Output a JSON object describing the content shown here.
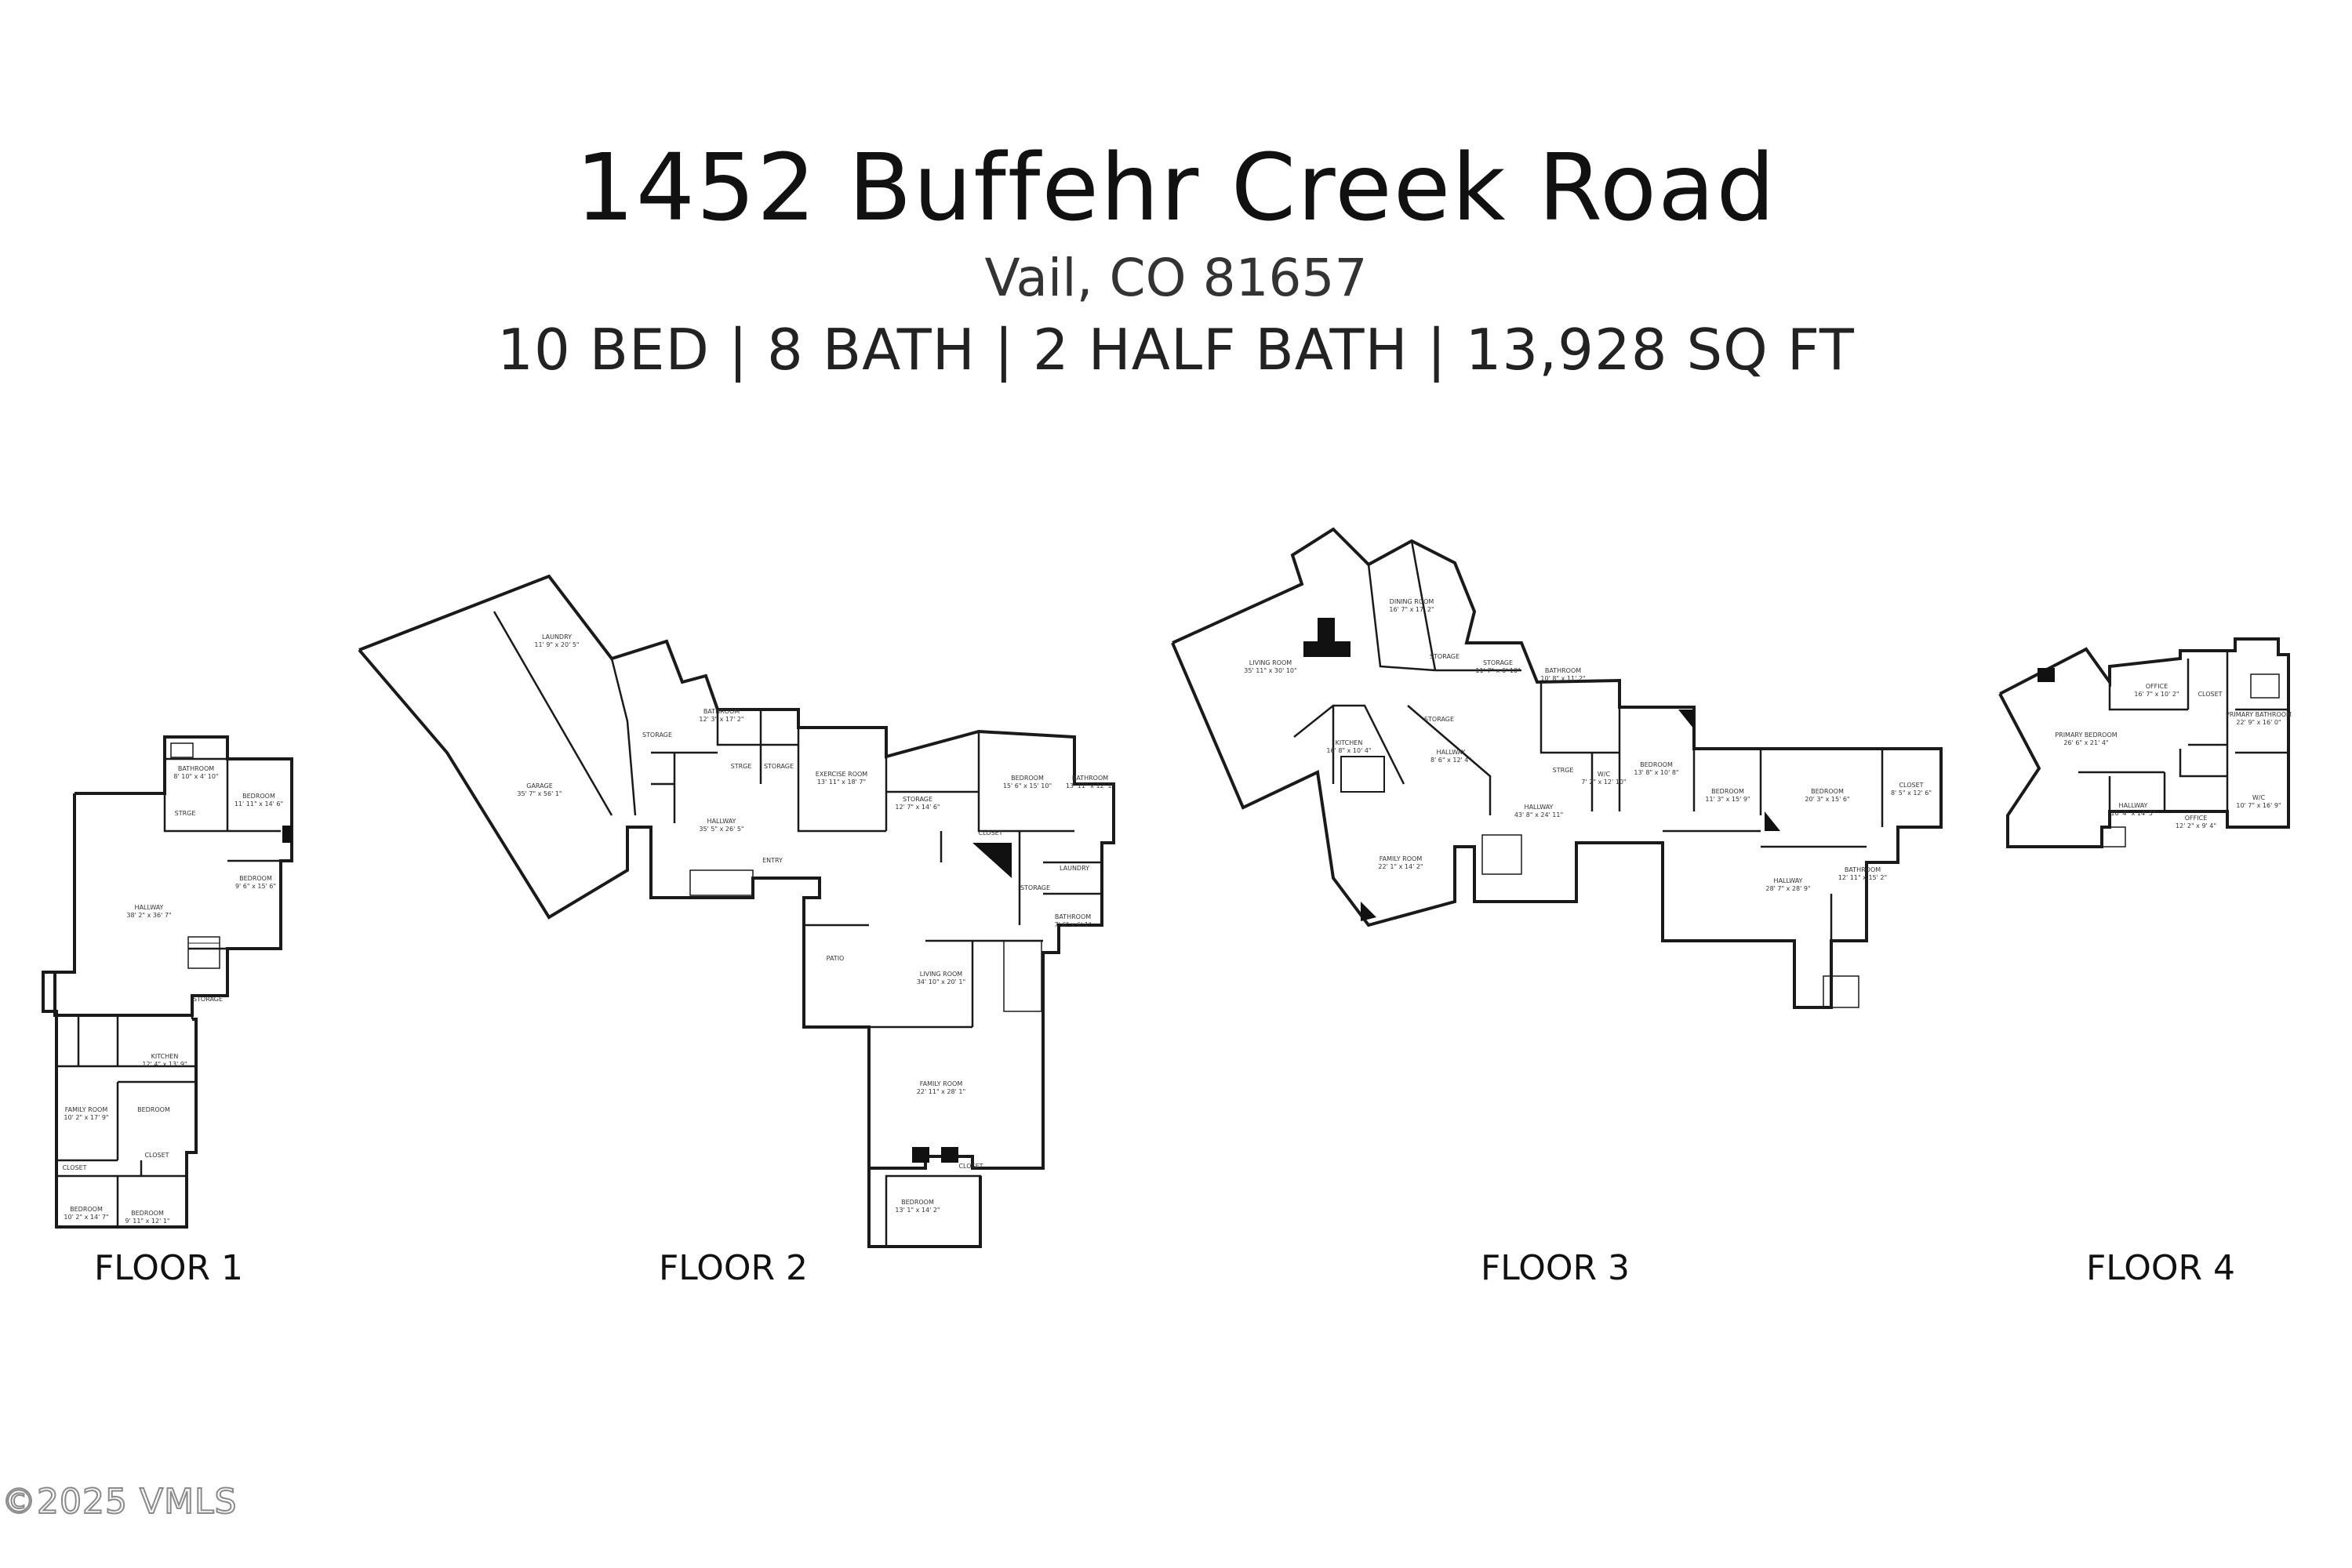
{
  "header": {
    "address": "1452 Buffehr Creek Road",
    "city_line": "Vail, CO 81657",
    "stats": "10 BED | 8 BATH | 2 HALF BATH | 13,928 SQ FT"
  },
  "floors": [
    {
      "label": "FLOOR 1",
      "rooms": [
        {
          "name": "BATHROOM",
          "dims": "8' 10\" x 4' 10\""
        },
        {
          "name": "BEDROOM",
          "dims": "11' 11\" x 14' 6\""
        },
        {
          "name": "STRGE",
          "dims": ""
        },
        {
          "name": "BEDROOM",
          "dims": "9' 6\" x 15' 6\""
        },
        {
          "name": "HALLWAY",
          "dims": "38' 2\" x 36' 7\""
        },
        {
          "name": "STORAGE",
          "dims": ""
        },
        {
          "name": "KITCHEN",
          "dims": "12' 4\" x 13' 9\""
        },
        {
          "name": "FAMILY ROOM",
          "dims": "10' 2\" x 17' 9\""
        },
        {
          "name": "BEDROOM",
          "dims": ""
        },
        {
          "name": "CLOSET",
          "dims": ""
        },
        {
          "name": "CLOSET",
          "dims": ""
        },
        {
          "name": "BEDROOM",
          "dims": "10' 2\" x 14' 7\""
        },
        {
          "name": "BEDROOM",
          "dims": "9' 11\" x 12' 1\""
        }
      ]
    },
    {
      "label": "FLOOR 2",
      "rooms": [
        {
          "name": "LAUNDRY",
          "dims": "11' 9\" x 20' 5\""
        },
        {
          "name": "GARAGE",
          "dims": "35' 7\" x 56' 1\""
        },
        {
          "name": "STORAGE",
          "dims": ""
        },
        {
          "name": "BATHROOM",
          "dims": "12' 3\" x 17' 2\""
        },
        {
          "name": "STRGE",
          "dims": ""
        },
        {
          "name": "STORAGE",
          "dims": ""
        },
        {
          "name": "EXERCISE ROOM",
          "dims": "13' 11\" x 18' 7\""
        },
        {
          "name": "HALLWAY",
          "dims": "35' 5\" x 26' 5\""
        },
        {
          "name": "STORAGE",
          "dims": "12' 7\" x 14' 6\""
        },
        {
          "name": "BEDROOM",
          "dims": "15' 6\" x 15' 10\""
        },
        {
          "name": "BATHROOM",
          "dims": "13' 11\" x 12' 1\""
        },
        {
          "name": "CLOSET",
          "dims": ""
        },
        {
          "name": "ENTRY",
          "dims": ""
        },
        {
          "name": "STORAGE",
          "dims": ""
        },
        {
          "name": "LAUNDRY",
          "dims": ""
        },
        {
          "name": "BATHROOM",
          "dims": "7' 6\" x 6' 1\""
        },
        {
          "name": "PATIO",
          "dims": ""
        },
        {
          "name": "LIVING ROOM",
          "dims": "34' 10\" x 20' 1\""
        },
        {
          "name": "FAMILY ROOM",
          "dims": "22' 11\" x 28' 1\""
        },
        {
          "name": "CLOSET",
          "dims": ""
        },
        {
          "name": "BEDROOM",
          "dims": "13' 1\" x 14' 2\""
        }
      ]
    },
    {
      "label": "FLOOR 3",
      "rooms": [
        {
          "name": "DINING ROOM",
          "dims": "16' 7\" x 17' 2\""
        },
        {
          "name": "LIVING ROOM",
          "dims": "35' 11\" x 30' 10\""
        },
        {
          "name": "STORAGE",
          "dims": ""
        },
        {
          "name": "STORAGE",
          "dims": "11' 7\" x 6' 10\""
        },
        {
          "name": "BATHROOM",
          "dims": "10' 8\" x 11' 2\""
        },
        {
          "name": "KITCHEN",
          "dims": "16' 8\" x 10' 4\""
        },
        {
          "name": "STORAGE",
          "dims": ""
        },
        {
          "name": "HALLWAY",
          "dims": "8' 6\" x 12' 4\""
        },
        {
          "name": "STRGE",
          "dims": ""
        },
        {
          "name": "W/C",
          "dims": "7' 2\" x 12' 10\""
        },
        {
          "name": "BEDROOM",
          "dims": "13' 8\" x 10' 8\""
        },
        {
          "name": "BEDROOM",
          "dims": "11' 3\" x 15' 9\""
        },
        {
          "name": "BEDROOM",
          "dims": "20' 3\" x 15' 6\""
        },
        {
          "name": "CLOSET",
          "dims": "8' 5\" x 12' 6\""
        },
        {
          "name": "HALLWAY",
          "dims": "43' 8\" x 24' 11\""
        },
        {
          "name": "FAMILY ROOM",
          "dims": "22' 1\" x 14' 2\""
        },
        {
          "name": "BATHROOM",
          "dims": "12' 11\" x 15' 2\""
        },
        {
          "name": "HALLWAY",
          "dims": "28' 7\" x 28' 9\""
        }
      ]
    },
    {
      "label": "FLOOR 4",
      "rooms": [
        {
          "name": "OFFICE",
          "dims": "16' 7\" x 10' 2\""
        },
        {
          "name": "CLOSET",
          "dims": ""
        },
        {
          "name": "PRIMARY BATHROOM",
          "dims": "22' 9\" x 16' 0\""
        },
        {
          "name": "PRIMARY BEDROOM",
          "dims": "26' 6\" x 21' 4\""
        },
        {
          "name": "HALLWAY",
          "dims": "16' 4\" x 14' 5\""
        },
        {
          "name": "OFFICE",
          "dims": "12' 2\" x 9' 4\""
        },
        {
          "name": "W/C",
          "dims": "10' 7\" x 16' 9\""
        }
      ]
    }
  ],
  "watermark": "©2025 VMLS"
}
